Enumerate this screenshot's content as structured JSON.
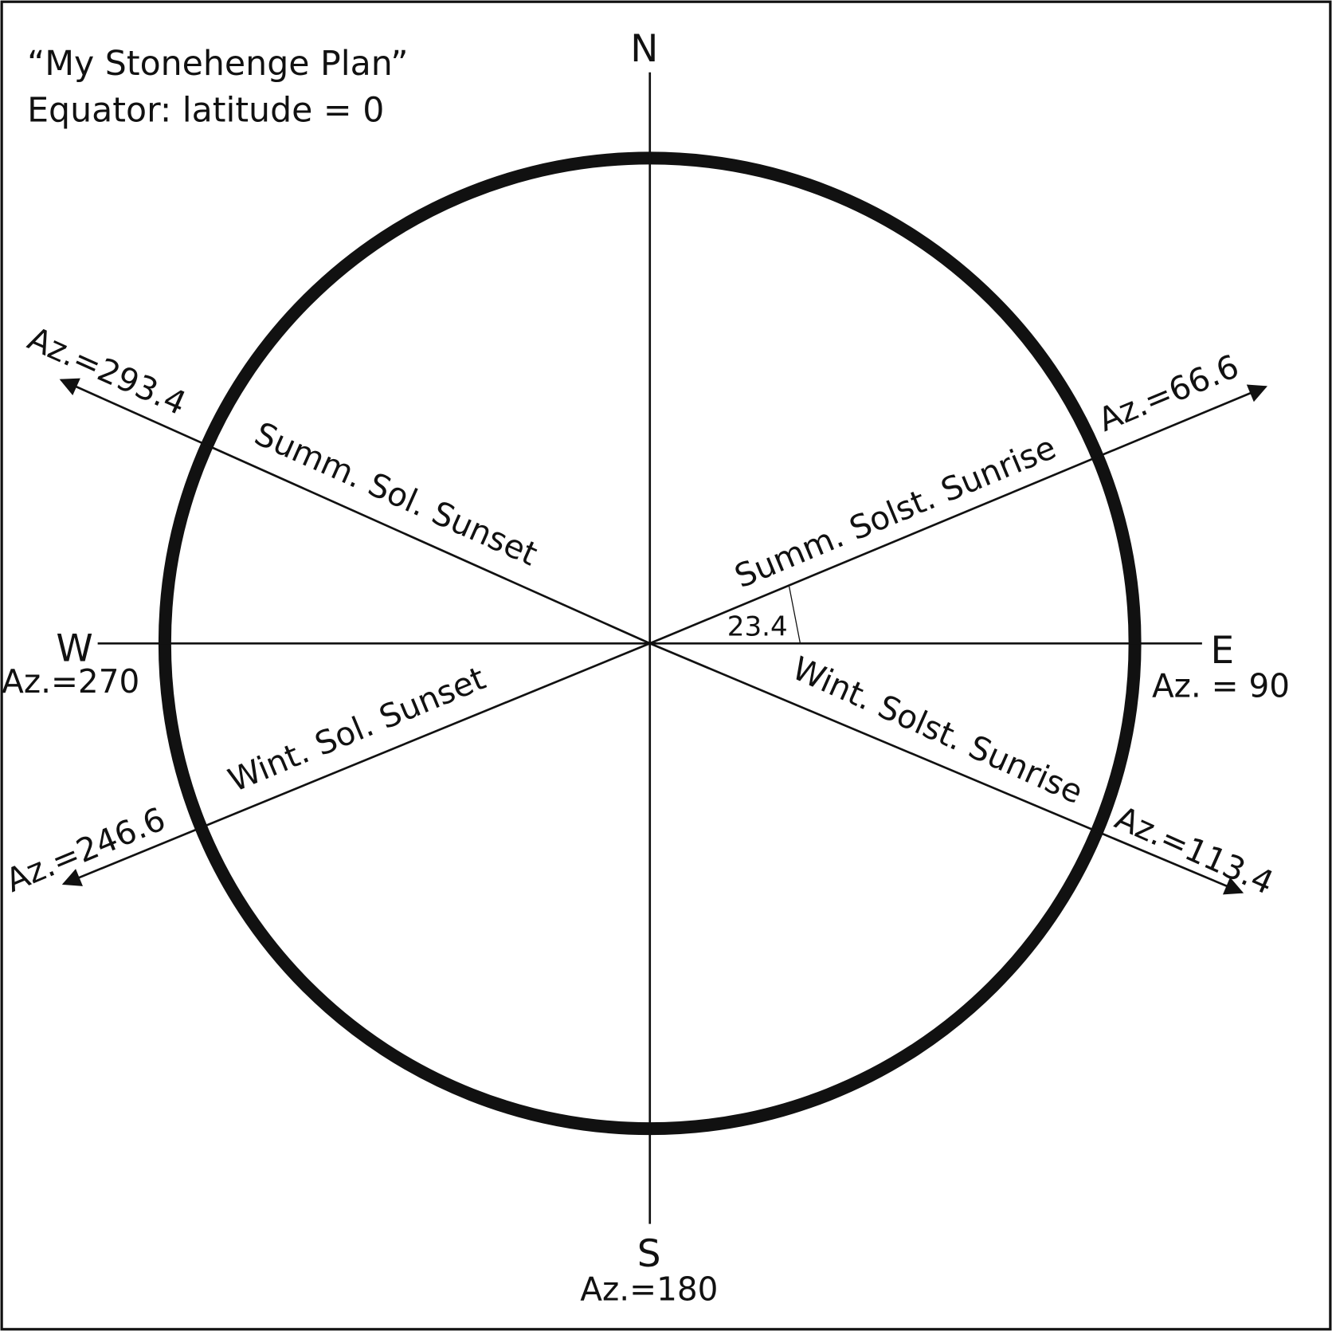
{
  "title": "“My Stonehenge Plan”",
  "subtitle": "Equator: latitude = 0",
  "directions": {
    "north": "N",
    "south": "S",
    "east": "E",
    "west": "W"
  },
  "azimuths": {
    "south": "Az.=180",
    "east": "Az. = 90",
    "west": "Az.=270",
    "summer_sunrise": "Az.=66.6",
    "summer_sunset": "Az.=293.4",
    "winter_sunrise": "Az.=113.4",
    "winter_sunset": "Az.=246.6"
  },
  "lines": {
    "summer_sunrise": "Summ. Solst. Sunrise",
    "summer_sunset": "Summ. Sol. Sunset",
    "winter_sunrise": "Wint. Solst. Sunrise",
    "winter_sunset": "Wint. Sol. Sunset"
  },
  "angle_label": "23.4",
  "colors": {
    "ink": "#111111",
    "background": "#ffffff"
  }
}
